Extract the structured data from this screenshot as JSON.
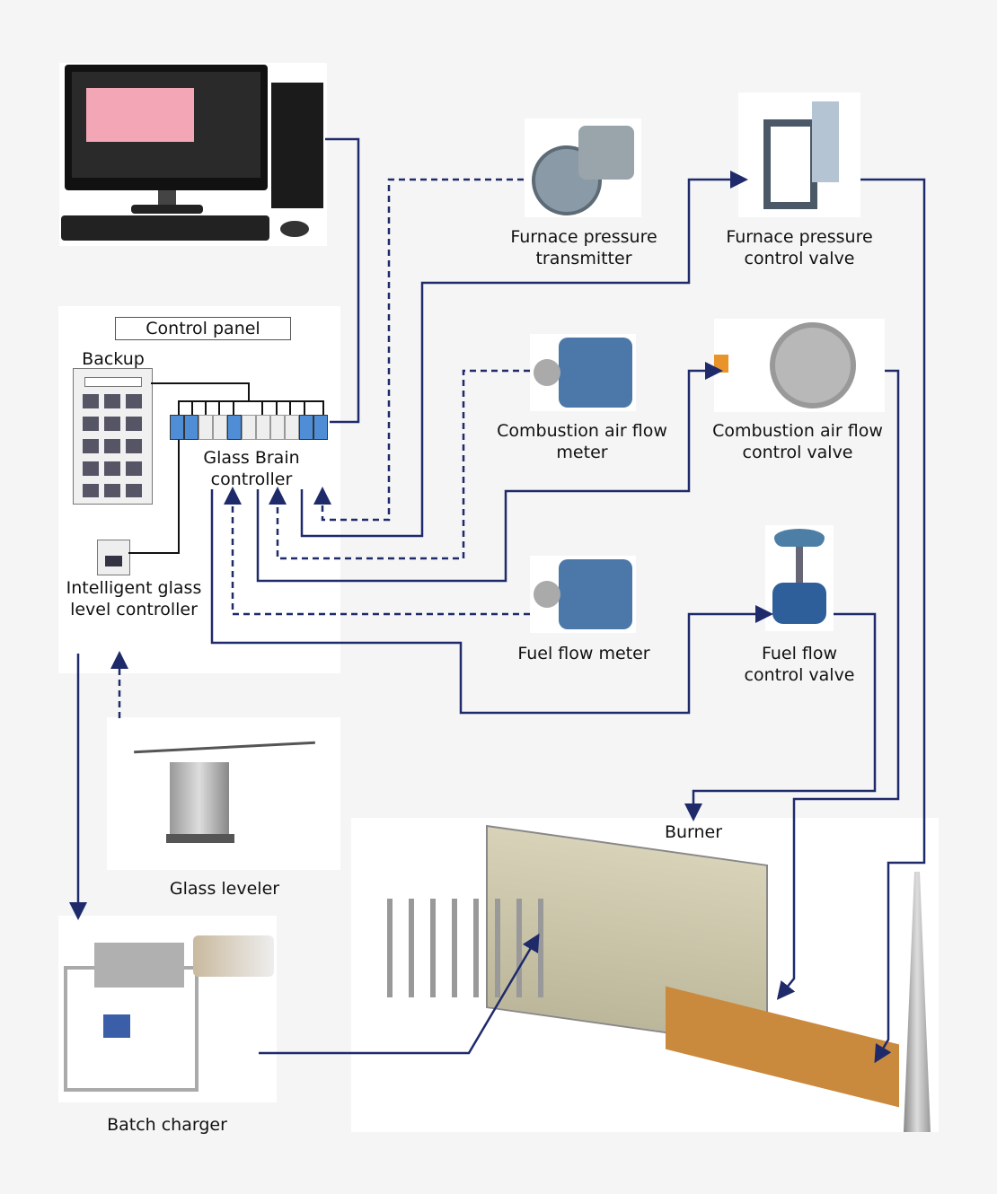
{
  "labels": {
    "control_panel": "Control panel",
    "backup": "Backup",
    "glass_brain_controller": "Glass Brain\ncontroller",
    "intelligent_glass_level_controller": "Intelligent glass\nlevel controller",
    "furnace_pressure_transmitter": "Furnace pressure\ntransmitter",
    "furnace_pressure_control_valve": "Furnace pressure\ncontrol valve",
    "combustion_air_flow_meter": "Combustion air flow\nmeter",
    "combustion_air_flow_control_valve": "Combustion air flow\ncontrol valve",
    "fuel_flow_meter": "Fuel flow meter",
    "fuel_flow_control_valve": "Fuel flow\ncontrol valve",
    "glass_leveler": "Glass leveler",
    "batch_charger": "Batch charger",
    "burner": "Burner"
  },
  "colors": {
    "line": "#1f2a6b",
    "module_blue": "#4f8ed6",
    "background": "#f5f5f5"
  }
}
